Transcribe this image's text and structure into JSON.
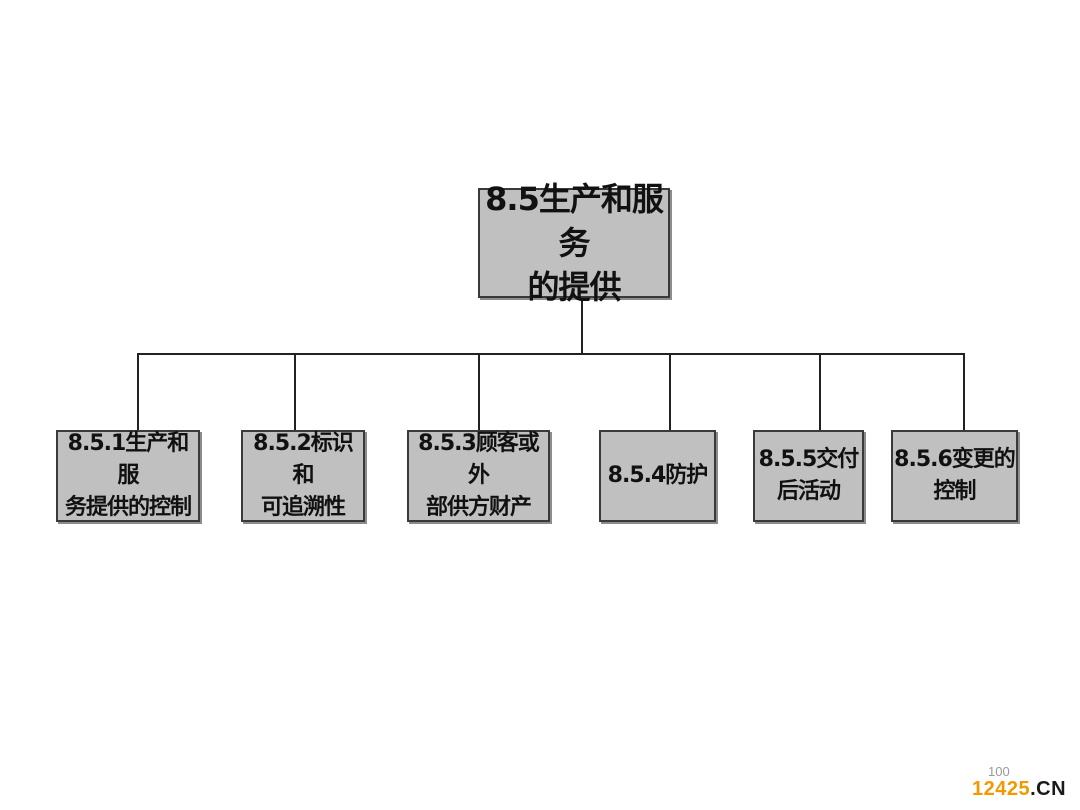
{
  "root": {
    "lines": [
      "8.5生产和服务",
      "的提供"
    ]
  },
  "children": [
    {
      "lines": [
        "8.5.1生产和服",
        "务提供的控制"
      ]
    },
    {
      "lines": [
        "8.5.2标识和",
        "可追溯性"
      ]
    },
    {
      "lines": [
        "8.5.3顾客或外",
        "部供方财产"
      ]
    },
    {
      "lines": [
        "8.5.4防护"
      ]
    },
    {
      "lines": [
        "8.5.5交付",
        "后活动"
      ]
    },
    {
      "lines": [
        "8.5.6变更的",
        "控制"
      ]
    }
  ],
  "footer": {
    "page_number": "100",
    "watermark_number": "12425",
    "watermark_domain": ".CN"
  }
}
